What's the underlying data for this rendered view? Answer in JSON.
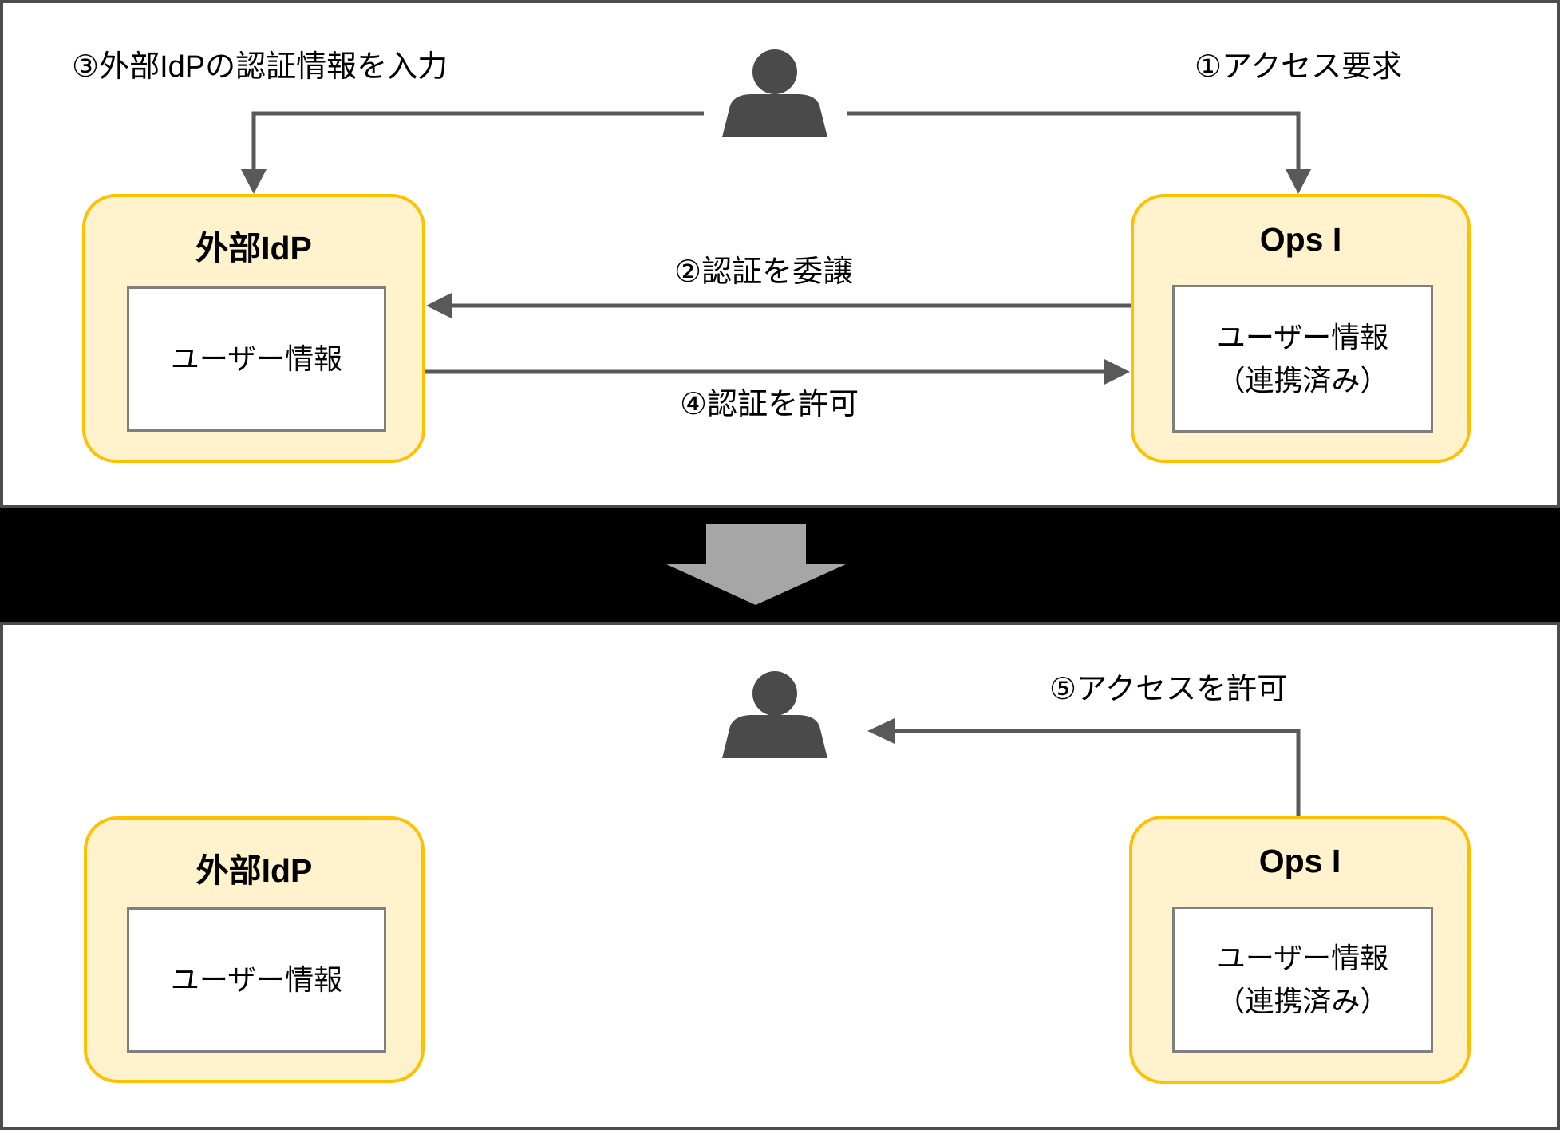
{
  "diagram": {
    "description_labels": {
      "step1": "①アクセス要求",
      "step2": "②認証を委譲",
      "step3": "③外部IdPの認証情報を入力",
      "step4": "④認証を許可",
      "step5": "⑤アクセスを許可"
    },
    "boxes": {
      "idp_top": {
        "title": "外部IdP",
        "inner": "ユーザー情報"
      },
      "ops_top": {
        "title": "Ops I",
        "inner_line1": "ユーザー情報",
        "inner_line2": "（連携済み）"
      },
      "idp_bottom": {
        "title": "外部IdP",
        "inner": "ユーザー情報"
      },
      "ops_bottom": {
        "title": "Ops I",
        "inner_line1": "ユーザー情報",
        "inner_line2": "（連携済み）"
      }
    },
    "icons": {
      "user_top": "user-silhouette",
      "user_bottom": "user-silhouette",
      "transition": "down-arrow"
    },
    "colors": {
      "gold-border": "#FFC000",
      "gold-fill": "#FFF2CC",
      "arrow-gray": "#595959",
      "person-gray": "#4A4A4A",
      "inner-border": "#7F7F7F",
      "panel-border": "#4D4D4D",
      "band-black": "#000000",
      "band-arrow": "#A6A6A6"
    }
  }
}
